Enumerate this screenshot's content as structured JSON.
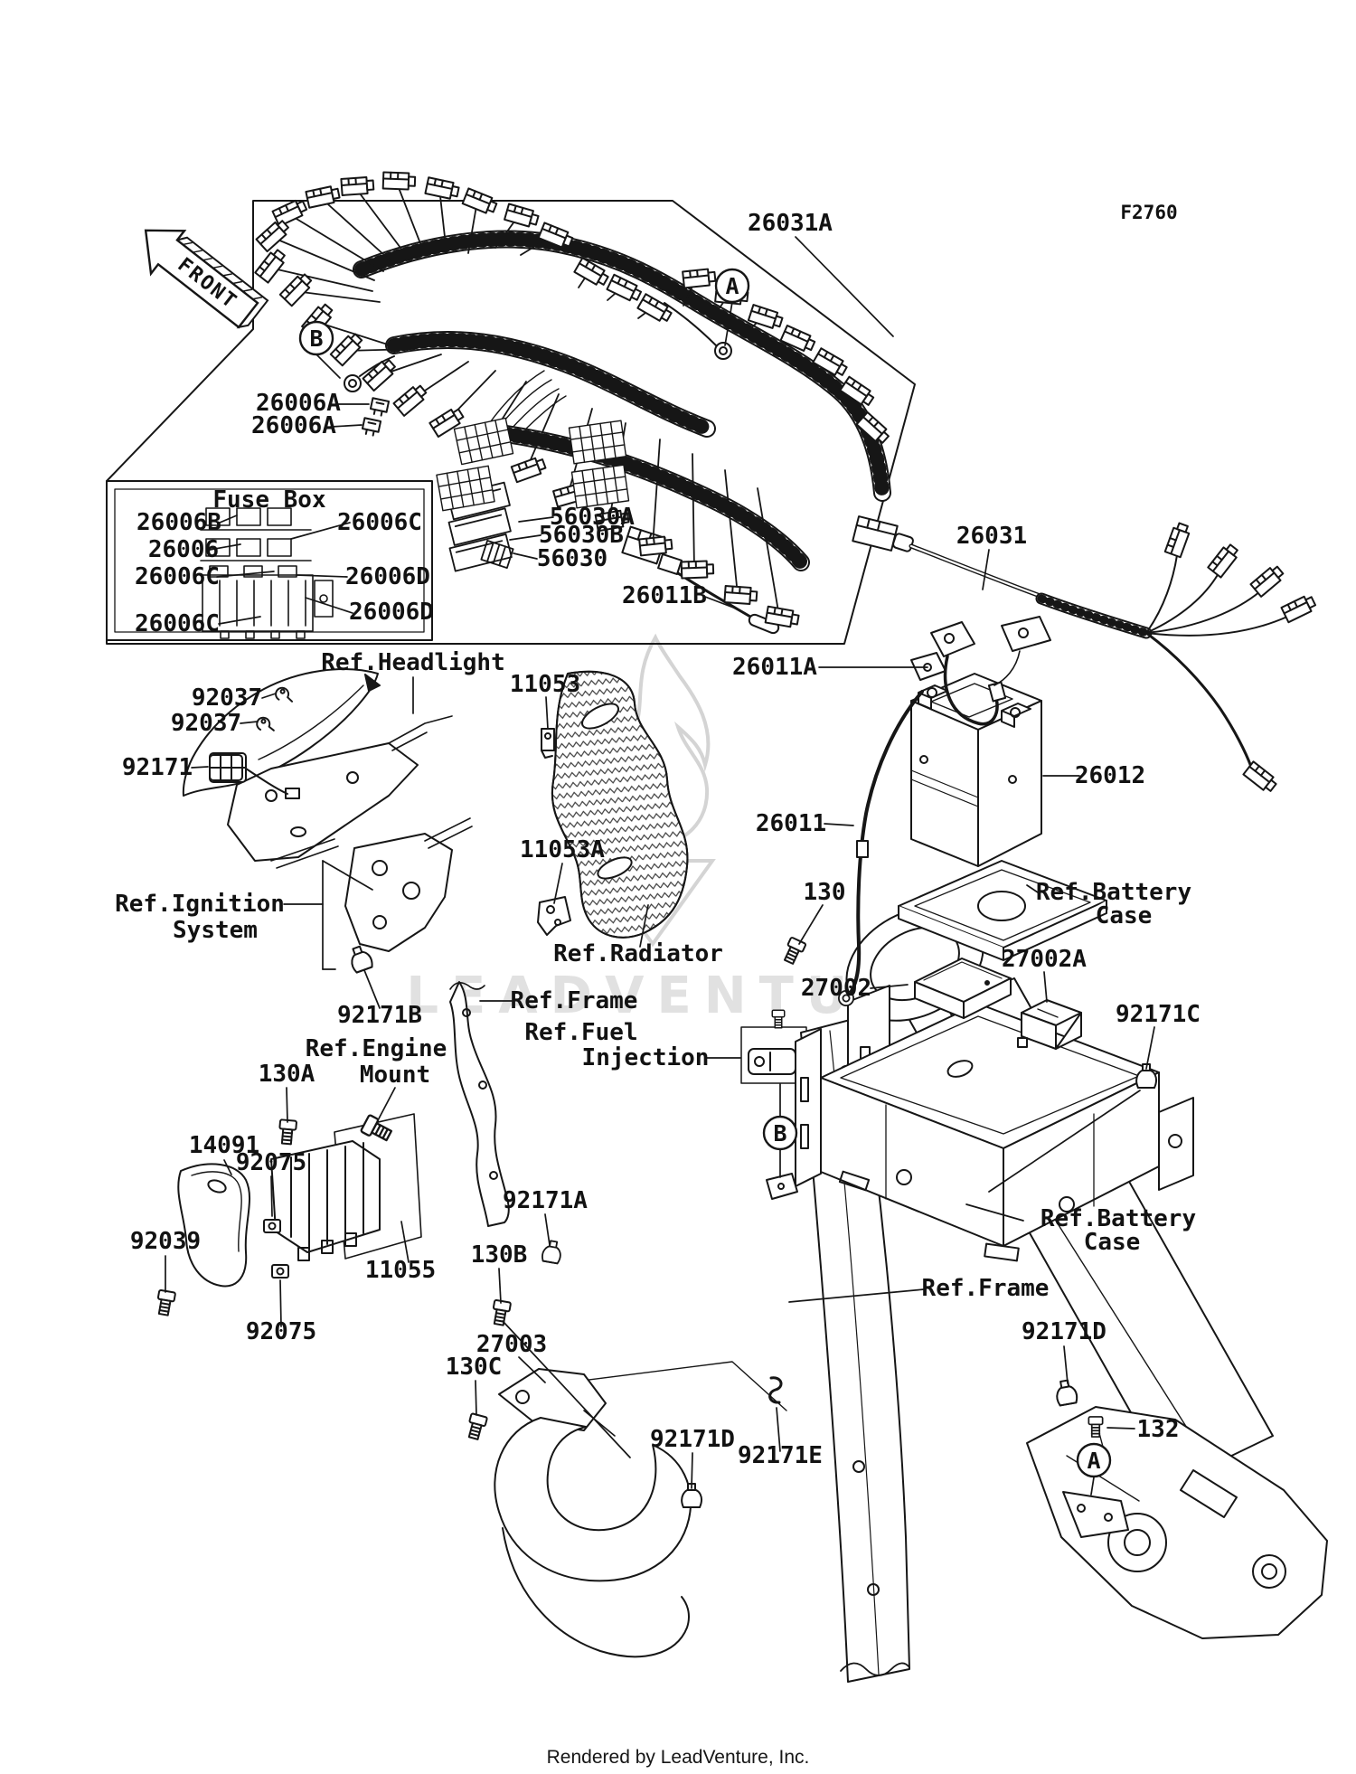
{
  "figure": {
    "code": "F2760",
    "front": "FRONT",
    "watermark": "LEADVENTURE",
    "footer": "Rendered by LeadVenture, Inc."
  },
  "fuse_box": {
    "title": "Fuse Box",
    "fuse_b": "26006B",
    "fuse_c": "26006C",
    "fuse_main": "26006",
    "fuse_d": "26006D"
  },
  "parts": {
    "harness": "26031A",
    "fuse_a": "26006A",
    "joint_a": "56030A",
    "joint_b": "56030B",
    "joint": "56030",
    "harness_sub_b": "26011B",
    "cable_main": "26031",
    "cable_battery_a": "26011A",
    "battery": "26012",
    "cable_battery": "26011",
    "bolt_130": "130",
    "relay": "27002A",
    "controller": "27002",
    "clamp_c": "92171C",
    "clip_11053": "11053",
    "clip_92037": "92037",
    "connector_92171": "92171",
    "bracket_11053a": "11053A",
    "clamp_b": "92171B",
    "bolt_130a": "130A",
    "cover": "14091",
    "nut_92075": "92075",
    "bolt_92039": "92039",
    "regulator": "11055",
    "clamp_a": "92171A",
    "bolt_130b": "130B",
    "horn": "27003",
    "bolt_130c": "130C",
    "clamp_d": "92171D",
    "hook_e": "92171E",
    "bolt_132": "132"
  },
  "refs": {
    "headlight": "Ref.Headlight",
    "ignition_1": "Ref.Ignition",
    "ignition_2": "System",
    "radiator": "Ref.Radiator",
    "frame": "Ref.Frame",
    "fuel_1": "Ref.Fuel",
    "fuel_2": "Injection",
    "engine_1": "Ref.Engine",
    "engine_2": "Mount",
    "battery_case_1": "Ref.Battery",
    "battery_case_2": "Case"
  },
  "markers": {
    "a": "A",
    "b": "B"
  }
}
